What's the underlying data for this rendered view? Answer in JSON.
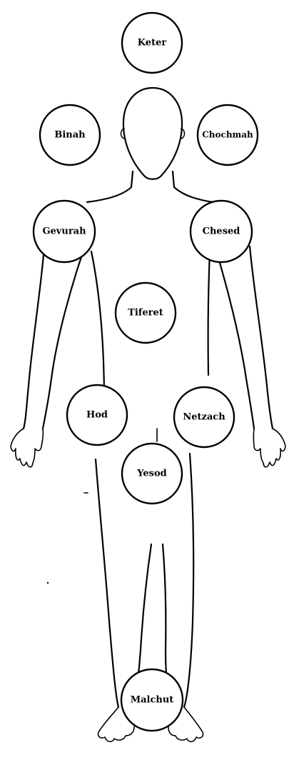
{
  "sefirot": [
    {
      "id": "keter",
      "label": "Keter"
    },
    {
      "id": "binah",
      "label": "Binah"
    },
    {
      "id": "chochmah",
      "label": "Chochmah"
    },
    {
      "id": "gevurah",
      "label": "Gevurah"
    },
    {
      "id": "chesed",
      "label": "Chesed"
    },
    {
      "id": "tiferet",
      "label": "Tiferet"
    },
    {
      "id": "hod",
      "label": "Hod"
    },
    {
      "id": "netzach",
      "label": "Netzach"
    },
    {
      "id": "yesod",
      "label": "Yesod"
    },
    {
      "id": "malchut",
      "label": "Malchut"
    }
  ],
  "colors": {
    "stroke": "#000000",
    "background": "#ffffff"
  }
}
